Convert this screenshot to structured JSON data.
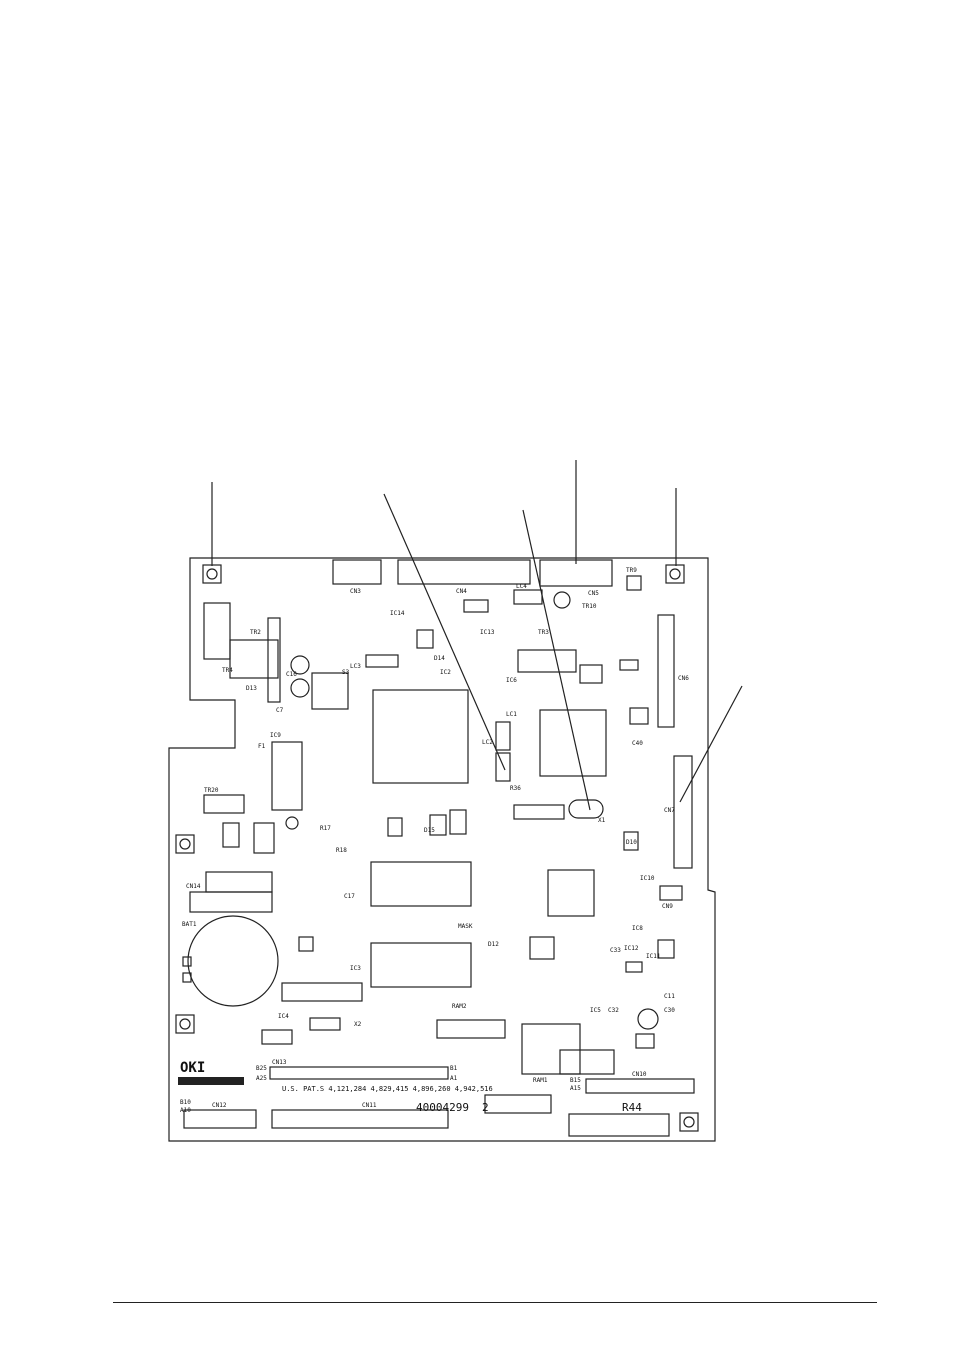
{
  "board": {
    "logo": "OKI",
    "patent_text": "U.S. PAT.S 4,121,284 4,829,415 4,896,260 4,942,516",
    "part_number": "40004299",
    "revision": "2",
    "resistor_r44": "R44",
    "connectors": [
      {
        "id": "cn3",
        "label": "CN3"
      },
      {
        "id": "cn4",
        "label": "CN4"
      },
      {
        "id": "cn5",
        "label": "CN5"
      },
      {
        "id": "cn6",
        "label": "CN6"
      },
      {
        "id": "cn7",
        "label": "CN7"
      },
      {
        "id": "cn9",
        "label": "CN9"
      },
      {
        "id": "cn10",
        "label": "CN10"
      },
      {
        "id": "cn11",
        "label": "CN11"
      },
      {
        "id": "cn12",
        "label": "CN12"
      },
      {
        "id": "cn13",
        "label": "CN13"
      },
      {
        "id": "cn14",
        "label": "CN14"
      }
    ],
    "chips": [
      {
        "id": "ic2",
        "label": "IC2"
      },
      {
        "id": "ic3",
        "label": "IC3"
      },
      {
        "id": "ic4",
        "label": "IC4"
      },
      {
        "id": "ic5",
        "label": "IC5"
      },
      {
        "id": "ic6",
        "label": "IC6"
      },
      {
        "id": "ic8",
        "label": "IC8"
      },
      {
        "id": "ic9",
        "label": "IC9"
      },
      {
        "id": "ic10",
        "label": "IC10"
      },
      {
        "id": "ic11",
        "label": "IC11"
      },
      {
        "id": "ic12",
        "label": "IC12"
      },
      {
        "id": "ic13",
        "label": "IC13"
      },
      {
        "id": "ic14",
        "label": "IC14"
      },
      {
        "id": "ram1",
        "label": "RAM1"
      },
      {
        "id": "ram2",
        "label": "RAM2"
      },
      {
        "id": "mask",
        "label": "MASK"
      },
      {
        "id": "bat1",
        "label": "BAT1"
      }
    ],
    "small_labels": [
      {
        "id": "f1",
        "label": "F1"
      },
      {
        "id": "s3",
        "label": "S3"
      },
      {
        "id": "x1",
        "label": "X1"
      },
      {
        "id": "x2",
        "label": "X2"
      },
      {
        "id": "tr2",
        "label": "TR2"
      },
      {
        "id": "tr3",
        "label": "TR3"
      },
      {
        "id": "tr4",
        "label": "TR4"
      },
      {
        "id": "tr9",
        "label": "TR9"
      },
      {
        "id": "tr10",
        "label": "TR10"
      },
      {
        "id": "tr20",
        "label": "TR20"
      },
      {
        "id": "lc4",
        "label": "LC4"
      },
      {
        "id": "lc1",
        "label": "LC1"
      },
      {
        "id": "lc2",
        "label": "LC2"
      },
      {
        "id": "lc3",
        "label": "LC3"
      },
      {
        "id": "r36",
        "label": "R36"
      },
      {
        "id": "r17",
        "label": "R17"
      },
      {
        "id": "r18",
        "label": "R18"
      },
      {
        "id": "c7",
        "label": "C7"
      },
      {
        "id": "c16",
        "label": "C16"
      },
      {
        "id": "c17",
        "label": "C17"
      },
      {
        "id": "c32",
        "label": "C32"
      },
      {
        "id": "c33",
        "label": "C33"
      },
      {
        "id": "c11",
        "label": "C11"
      },
      {
        "id": "c30",
        "label": "C30"
      },
      {
        "id": "c40",
        "label": "C40"
      },
      {
        "id": "d12",
        "label": "D12"
      },
      {
        "id": "d10",
        "label": "D10"
      },
      {
        "id": "d15",
        "label": "D15"
      },
      {
        "id": "d14",
        "label": "D14"
      },
      {
        "id": "d13",
        "label": "D13"
      },
      {
        "id": "b1",
        "label": "B1"
      },
      {
        "id": "a1",
        "label": "A1"
      },
      {
        "id": "b25",
        "label": "B25"
      },
      {
        "id": "a25",
        "label": "A25"
      },
      {
        "id": "b10",
        "label": "B10"
      },
      {
        "id": "a10",
        "label": "A10"
      },
      {
        "id": "a15",
        "label": "A15"
      },
      {
        "id": "b15",
        "label": "B15"
      }
    ]
  }
}
